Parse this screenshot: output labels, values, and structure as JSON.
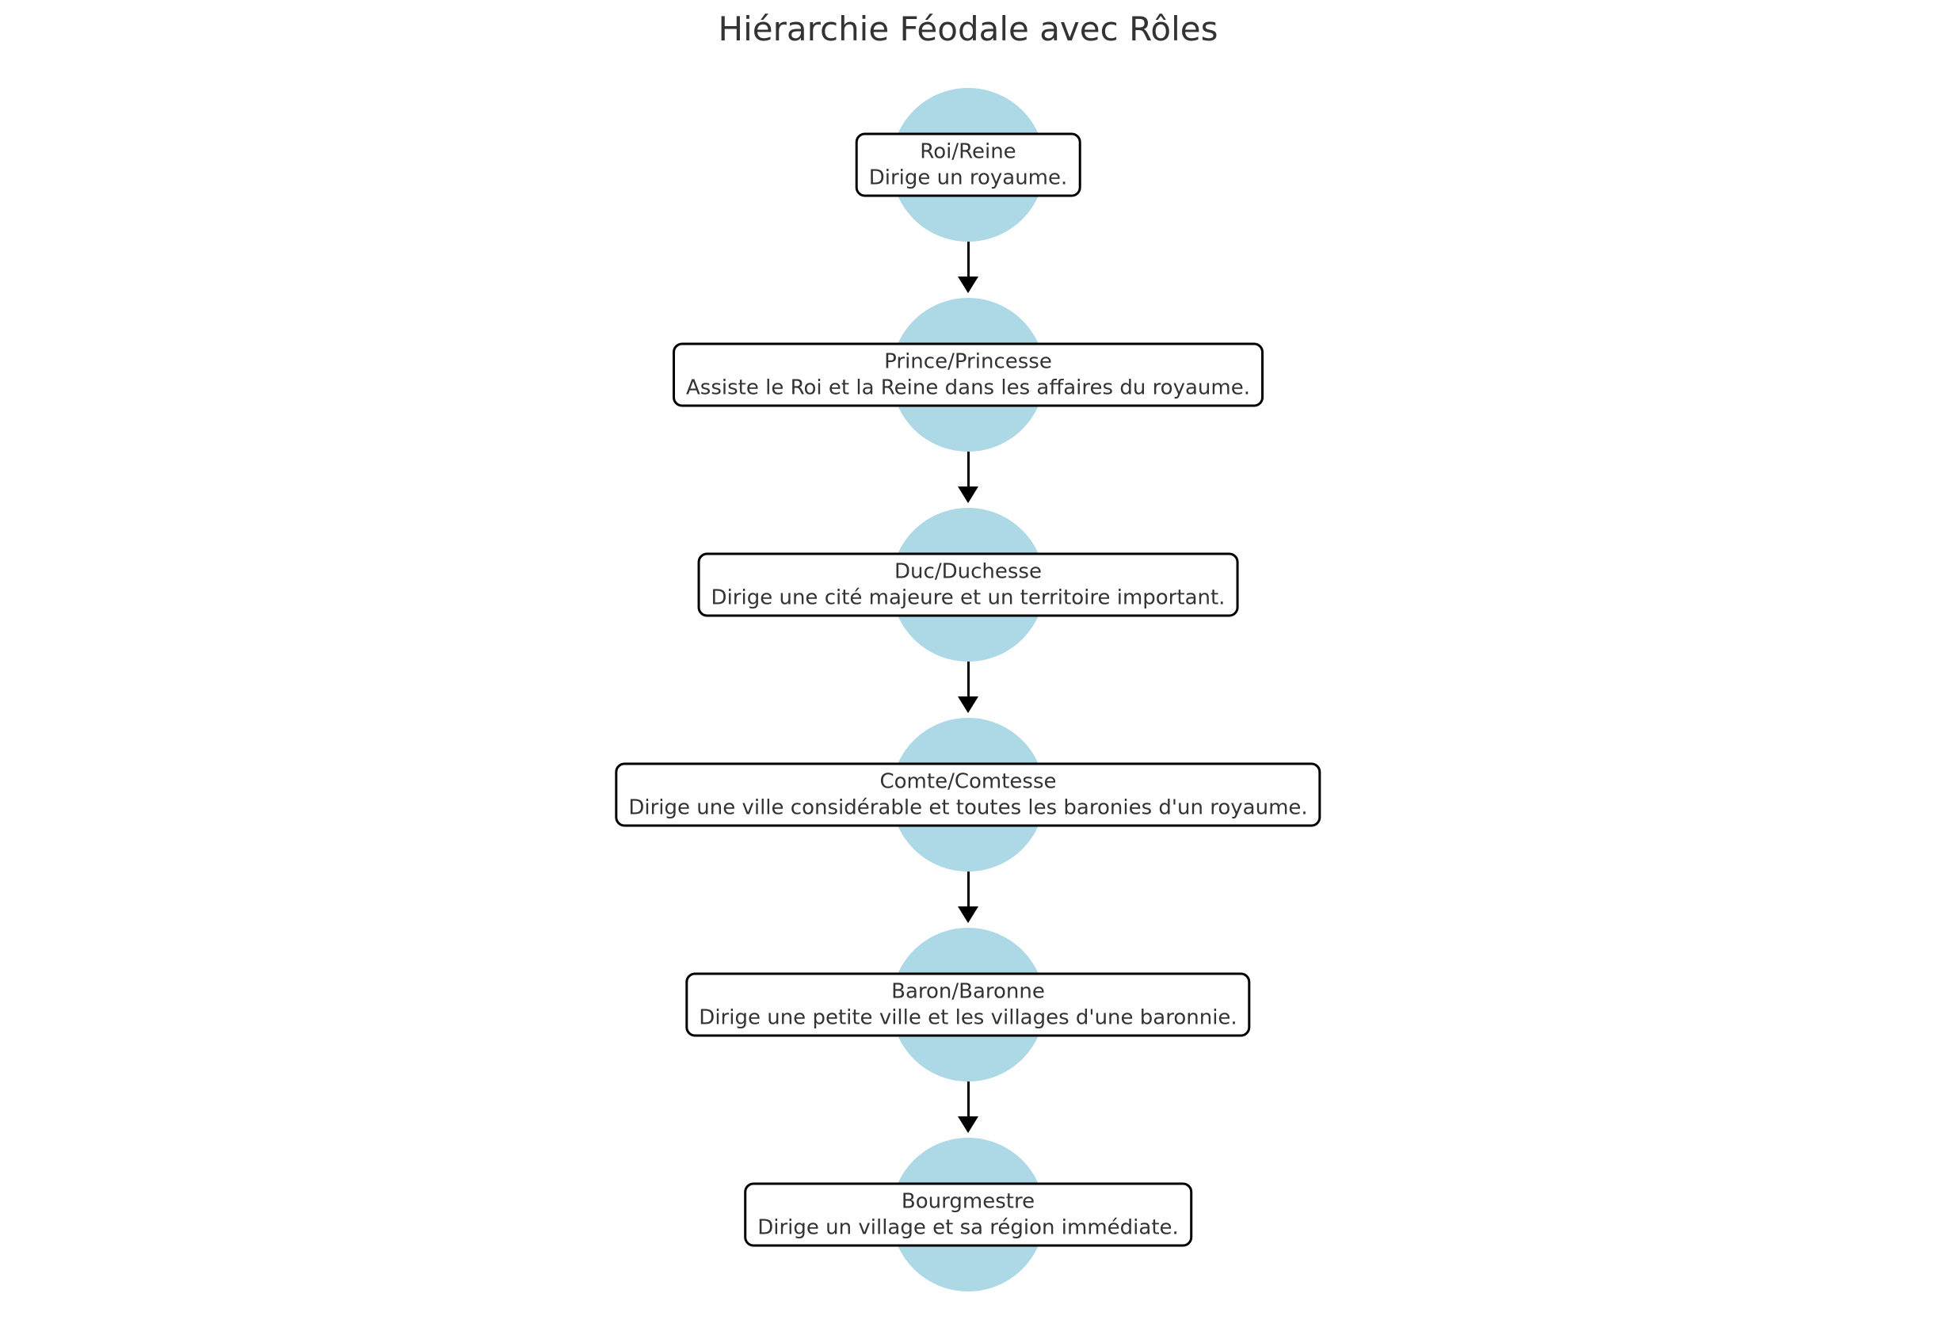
{
  "title": "Hiérarchie Féodale avec Rôles",
  "diagram_type": "flowchart",
  "colors": {
    "node_fill": "#add8e6",
    "box_background": "#ffffff",
    "box_border": "#000000",
    "arrow": "#000000",
    "text": "#333333",
    "background": "#ffffff"
  },
  "nodes": [
    {
      "title": "Roi/Reine",
      "description": "Dirige un royaume."
    },
    {
      "title": "Prince/Princesse",
      "description": "Assiste le Roi et la Reine dans les affaires du royaume."
    },
    {
      "title": "Duc/Duchesse",
      "description": "Dirige une cité majeure et un territoire important."
    },
    {
      "title": "Comte/Comtesse",
      "description": "Dirige une ville considérable et toutes les baronies d'un royaume."
    },
    {
      "title": "Baron/Baronne",
      "description": "Dirige une petite ville et les villages d'une baronnie."
    },
    {
      "title": "Bourgmestre",
      "description": "Dirige un village et sa région immédiate."
    }
  ],
  "edges": [
    {
      "from": "Roi/Reine",
      "to": "Prince/Princesse"
    },
    {
      "from": "Prince/Princesse",
      "to": "Duc/Duchesse"
    },
    {
      "from": "Duc/Duchesse",
      "to": "Comte/Comtesse"
    },
    {
      "from": "Comte/Comtesse",
      "to": "Baron/Baronne"
    },
    {
      "from": "Baron/Baronne",
      "to": "Bourgmestre"
    }
  ]
}
